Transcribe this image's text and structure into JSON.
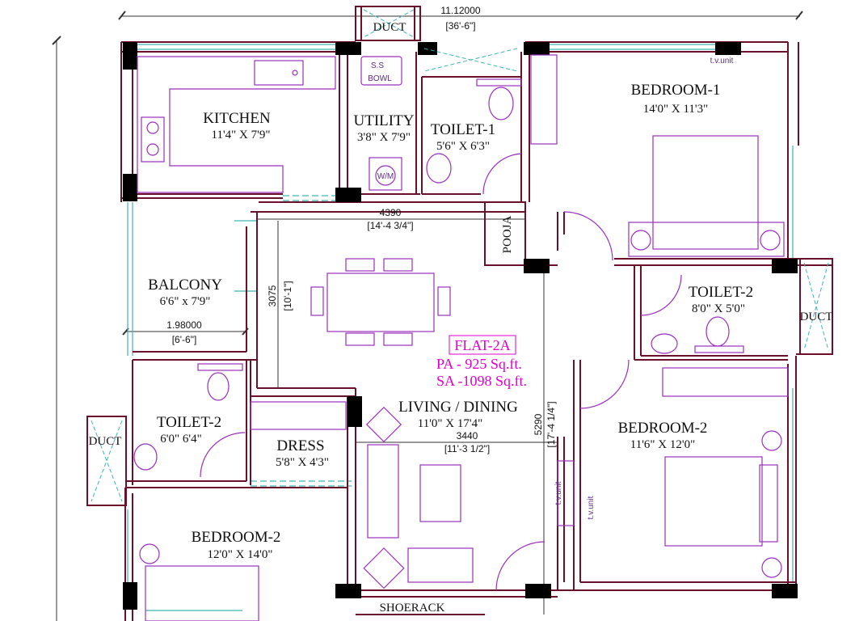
{
  "dimensions": {
    "overall": "11.12000",
    "overall_imperial": "[36'-6\"]",
    "living_width": "4390",
    "living_width_imperial": "[14'-4 3/4\"]",
    "living_height": "3075",
    "living_height_imperial": "[10'-1\"]",
    "balcony_width": "1.98000",
    "balcony_width_imperial": "[6'-6\"]",
    "dining_width": "3440",
    "dining_width_imperial": "[11'-3 1/2\"]",
    "living_depth": "5290",
    "living_depth_imperial": "[17'-4 1/4\"]"
  },
  "rooms": {
    "kitchen": {
      "name": "KITCHEN",
      "size": "11'4\" X 7'9\""
    },
    "utility": {
      "name": "UTILITY",
      "size": "3'8\" X 7'9\""
    },
    "toilet1": {
      "name": "TOILET-1",
      "size": "5'6\" X 6'3\""
    },
    "bedroom1": {
      "name": "BEDROOM-1",
      "size": "14'0\" X 11'3\""
    },
    "balcony": {
      "name": "BALCONY",
      "size": "6'6\" x 7'9\""
    },
    "toilet2_right": {
      "name": "TOILET-2",
      "size": "8'0\" X 5'0\""
    },
    "toilet2_left": {
      "name": "TOILET-2",
      "size": "6'0\" 6'4\""
    },
    "living": {
      "name": "LIVING / DINING",
      "size": "11'0\" X 17'4\""
    },
    "dress": {
      "name": "DRESS",
      "size": "5'8\" X 4'3\""
    },
    "bedroom2_right": {
      "name": "BEDROOM-2",
      "size": "11'6\" X 12'0\""
    },
    "bedroom2_left": {
      "name": "BEDROOM-2",
      "size": "12'0\" X 14'0\""
    }
  },
  "labels": {
    "duct_top": "DUCT",
    "duct_right": "DUCT",
    "duct_left": "DUCT",
    "pooja": "POOJA",
    "shoerack": "SHOERACK",
    "ss_bowl_1": "S.S",
    "ss_bowl_2": "BOWL",
    "wm": "W/M",
    "tv_unit_1": "t.v.unit",
    "tv_unit_2": "t.v.unit",
    "tv_unit_3": "t.v.unit"
  },
  "flat": {
    "name": "FLAT-2A",
    "pa": "PA -  925 Sq.ft.",
    "sa": "SA -1098 Sq.ft."
  },
  "colors": {
    "wall": "#6b0f2a",
    "furniture": "#9a2fbf",
    "window": "#3fb4b4",
    "dimension": "#222222",
    "flat_label": "#e000d0",
    "column": "#000000"
  }
}
